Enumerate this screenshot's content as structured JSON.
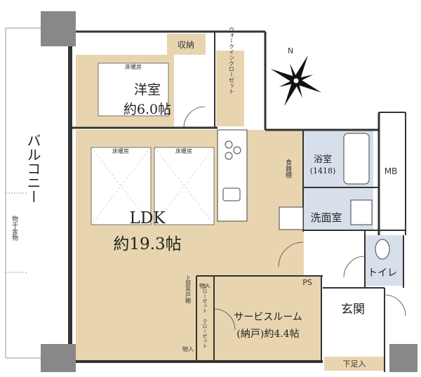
{
  "rooms": {
    "western": {
      "name": "洋室",
      "size": "約6.0帖",
      "floor_heating": "床暖房"
    },
    "ldk": {
      "name": "LDK",
      "size": "約19.3帖",
      "floor_heating_1": "床暖房",
      "floor_heating_2": "床暖房"
    },
    "bath": {
      "name": "浴室",
      "size": "(1418)"
    },
    "washroom": {
      "name": "洗面室"
    },
    "toilet": {
      "name": "トイレ"
    },
    "service": {
      "name": "サービスルーム",
      "size": "(納戸)約4.4帖"
    },
    "entrance": {
      "name": "玄関"
    }
  },
  "labels": {
    "storage": "収納",
    "walk_in_closet": "ウォークインクローゼット",
    "pantry": "食器棚",
    "mb": "MB",
    "ps": "PS",
    "shoe_cabinet": "下足入",
    "balcony": "バルコニー",
    "drying_rack": "物干金物",
    "upper_shelf": "上部吊戸棚",
    "monoire_1": "物入",
    "monoire_2": "物入",
    "closet_1": "クローゼット",
    "closet_2": "クローゼット",
    "compass_n": "N"
  }
}
